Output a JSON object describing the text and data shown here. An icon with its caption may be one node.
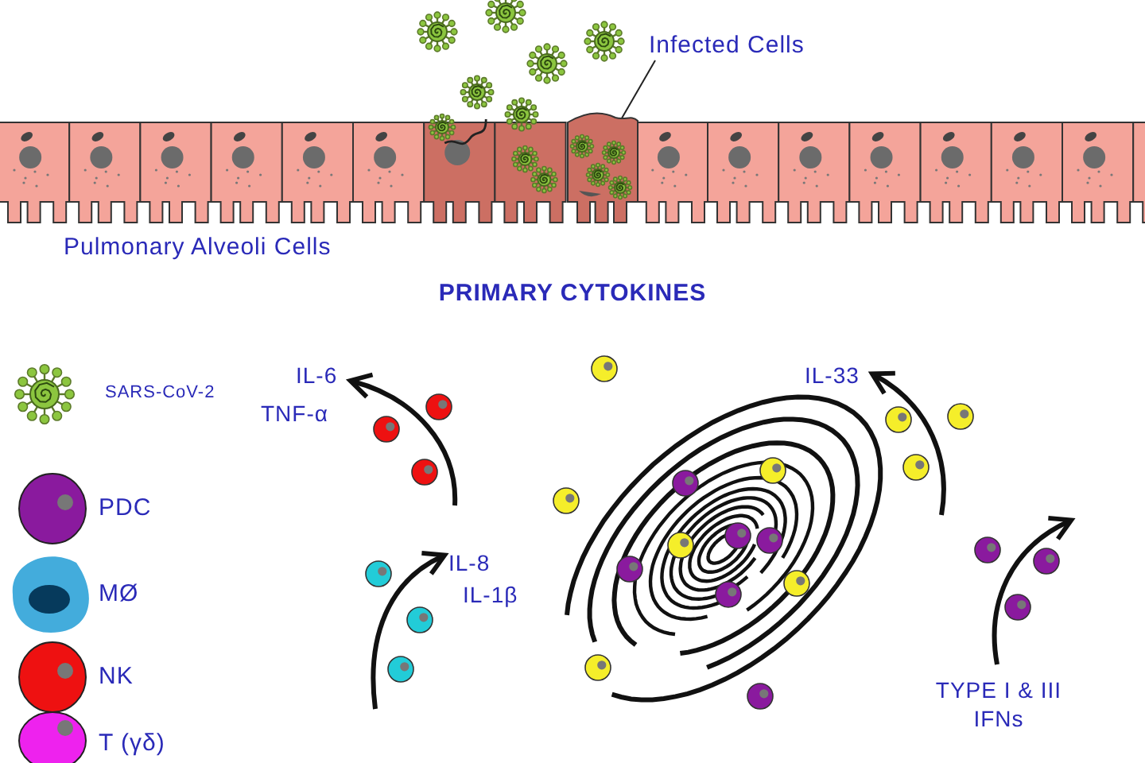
{
  "diagram": {
    "title": "PRIMARY CYTOKINES",
    "nodes": [
      {
        "text": [
          "Infected Cells"
        ]
      },
      {
        "text": [],
        "shape": "picture"
      }
    ],
    "edges": [
      {
        "from": 0,
        "to": 1,
        "arrow": "none"
      }
    ],
    "labels": [
      "Pulmonary Alveoli Cells",
      "IL-6",
      "TNF-α",
      "IL-8",
      "IL-1β",
      "IL-33",
      "TYPE I & III IFNs"
    ],
    "legend": [
      {
        "text": "SARS-CoV-2"
      },
      {
        "text": "PDC"
      },
      {
        "text": "MØ"
      },
      {
        "text": "NK"
      },
      {
        "text": "T (γδ)"
      }
    ]
  }
}
